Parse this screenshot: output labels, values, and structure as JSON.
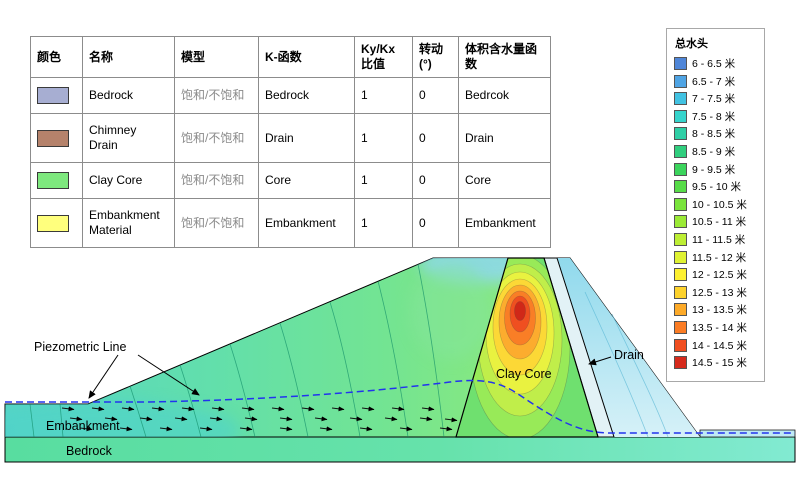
{
  "materials_table": {
    "headers": [
      "颜色",
      "名称",
      "模型",
      "K-函数",
      "Ky/Kx 比值",
      "转动 (°)",
      "体积含水量函数"
    ],
    "rows": [
      {
        "color": "#a7aed2",
        "name": "Bedrock",
        "model": "饱和/不饱和",
        "k_function": "Bedrock",
        "ky_kx": "1",
        "rotation": "0",
        "vwc_function": "Bedrcok"
      },
      {
        "color": "#b5826b",
        "name": "Chimney Drain",
        "model": "饱和/不饱和",
        "k_function": "Drain",
        "ky_kx": "1",
        "rotation": "0",
        "vwc_function": "Drain"
      },
      {
        "color": "#7ee87e",
        "name": "Clay Core",
        "model": "饱和/不饱和",
        "k_function": "Core",
        "ky_kx": "1",
        "rotation": "0",
        "vwc_function": "Core"
      },
      {
        "color": "#ffff7d",
        "name": "Embankment Material",
        "model": "饱和/不饱和",
        "k_function": "Embankment",
        "ky_kx": "1",
        "rotation": "0",
        "vwc_function": "Embankment"
      }
    ]
  },
  "legend": {
    "title": "总水头",
    "entries": [
      {
        "label": "6 - 6.5 米",
        "color": "#4f86d8"
      },
      {
        "label": "6.5 - 7 米",
        "color": "#4fa4e4"
      },
      {
        "label": "7 - 7.5 米",
        "color": "#41c2e2"
      },
      {
        "label": "7.5 - 8 米",
        "color": "#35d4cc"
      },
      {
        "label": "8 - 8.5 米",
        "color": "#2fcfa6"
      },
      {
        "label": "8.5 - 9 米",
        "color": "#30ce7e"
      },
      {
        "label": "9 - 9.5 米",
        "color": "#3bd45c"
      },
      {
        "label": "9.5 - 10 米",
        "color": "#57dc48"
      },
      {
        "label": "10 - 10.5 米",
        "color": "#79e43c"
      },
      {
        "label": "10.5 - 11 米",
        "color": "#9bea36"
      },
      {
        "label": "11 - 11.5 米",
        "color": "#bdee34"
      },
      {
        "label": "11.5 - 12 米",
        "color": "#dff232"
      },
      {
        "label": "12 - 12.5 米",
        "color": "#fdf030"
      },
      {
        "label": "12.5 - 13 米",
        "color": "#fdd22c"
      },
      {
        "label": "13 - 13.5 米",
        "color": "#fdaa28"
      },
      {
        "label": "13.5 - 14 米",
        "color": "#fb7c24"
      },
      {
        "label": "14 - 14.5 米",
        "color": "#f04e20"
      },
      {
        "label": "14.5 - 15 米",
        "color": "#d62a1c"
      }
    ]
  },
  "diagram": {
    "piezometric_line_color": "#2233ee",
    "labels": {
      "piezometric_line": "Piezometric Line",
      "embankment": "Embankment",
      "bedrock": "Bedrock",
      "clay_core": "Clay Core",
      "drain": "Drain"
    }
  }
}
